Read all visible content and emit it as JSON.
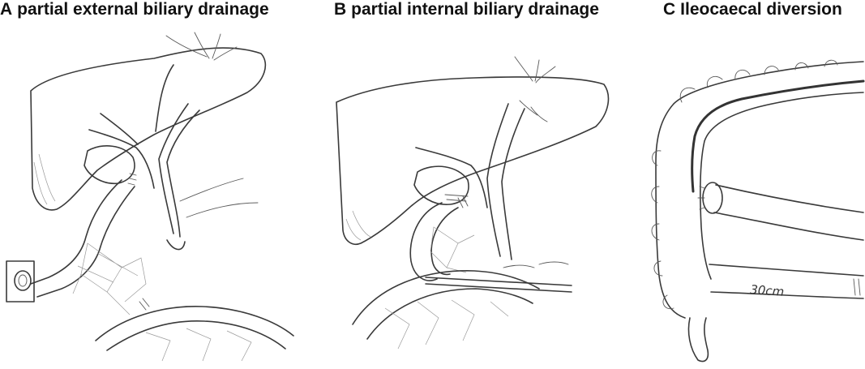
{
  "panels": [
    {
      "letter": "A",
      "caption": "partial external biliary drainage"
    },
    {
      "letter": "B",
      "caption": "partial internal biliary drainage"
    },
    {
      "letter": "C",
      "caption": "Ileocaecal diversion"
    }
  ],
  "annotations": {
    "length_label": "30cm"
  },
  "colors": {
    "line": "#3a3a3a",
    "background": "#ffffff"
  }
}
